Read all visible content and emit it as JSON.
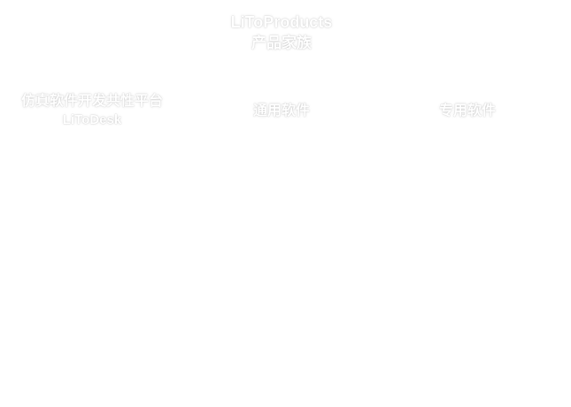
{
  "root": {
    "title": "LiToProducts",
    "subtitle": "产品家族"
  },
  "categories": [
    {
      "label": "仿真软件开发共性平台",
      "sublabel": "LiToDesk"
    },
    {
      "label": "通用软件"
    },
    {
      "label": "专用软件"
    }
  ],
  "colors": {
    "background": "#ffffff",
    "text": "#ffffff"
  }
}
